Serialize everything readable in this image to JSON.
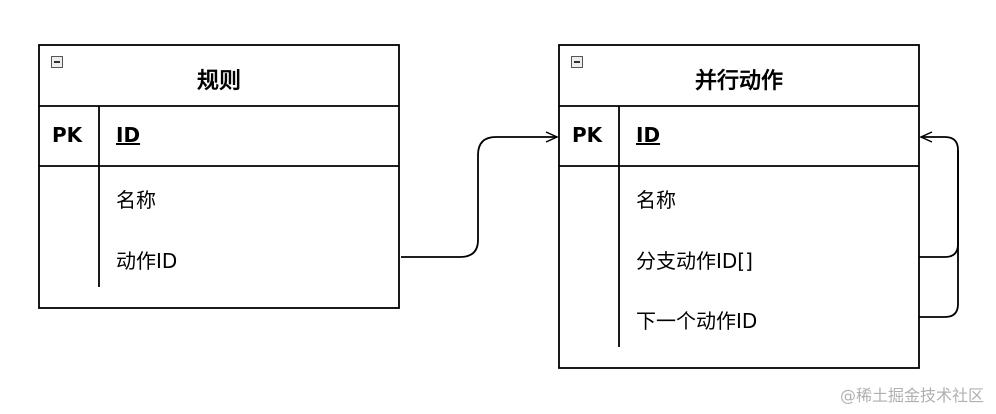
{
  "entities": [
    {
      "title": "规则",
      "pk_label": "PK",
      "key_field": "ID",
      "fields": [
        "名称",
        "动作ID"
      ]
    },
    {
      "title": "并行动作",
      "pk_label": "PK",
      "key_field": "ID",
      "fields": [
        "名称",
        "分支动作ID[]",
        "下一个动作ID"
      ]
    }
  ],
  "relations": [
    {
      "from": "规则.动作ID",
      "to": "并行动作.ID"
    },
    {
      "from": "并行动作.分支动作ID[]",
      "to": "并行动作.ID"
    },
    {
      "from": "并行动作.下一个动作ID",
      "to": "并行动作.ID"
    }
  ],
  "watermark": "@稀土掘金技术社区"
}
